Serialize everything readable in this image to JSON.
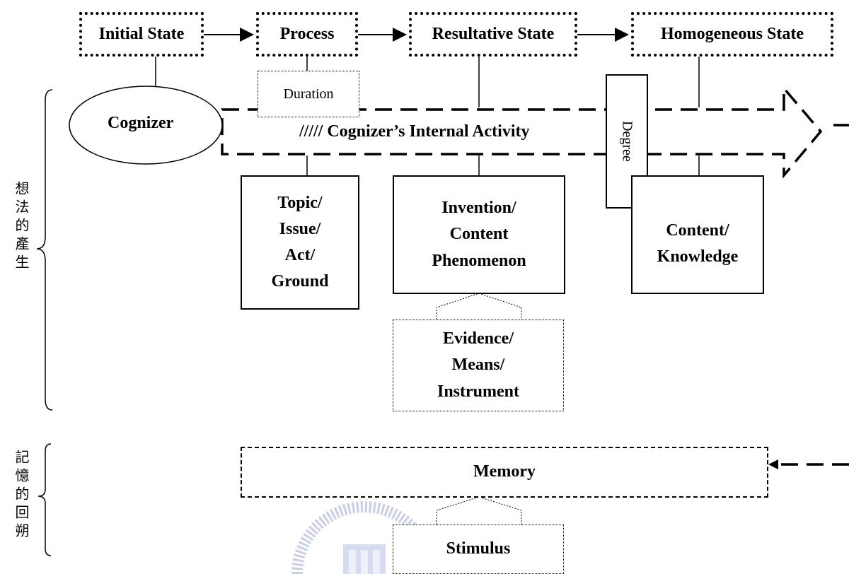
{
  "states": {
    "initial": "Initial State",
    "process": "Process",
    "resultative": "Resultative State",
    "homogeneous": "Homogeneous State"
  },
  "cognizer": "Cognizer",
  "duration": "Duration",
  "activity": "///// Cognizer’s Internal Activity",
  "degree": "Degree",
  "boxes": {
    "topic": [
      "Topic/",
      "Issue/",
      "Act/",
      "Ground"
    ],
    "invention": [
      "Invention/",
      "Content",
      "Phenomenon"
    ],
    "content": [
      "Content/",
      "Knowledge"
    ],
    "evidence": [
      "Evidence/",
      "Means/",
      "Instrument"
    ]
  },
  "memory": "Memory",
  "stimulus": "Stimulus",
  "side_labels": {
    "upper": "想法的產生",
    "lower": "記憶的回朔"
  }
}
